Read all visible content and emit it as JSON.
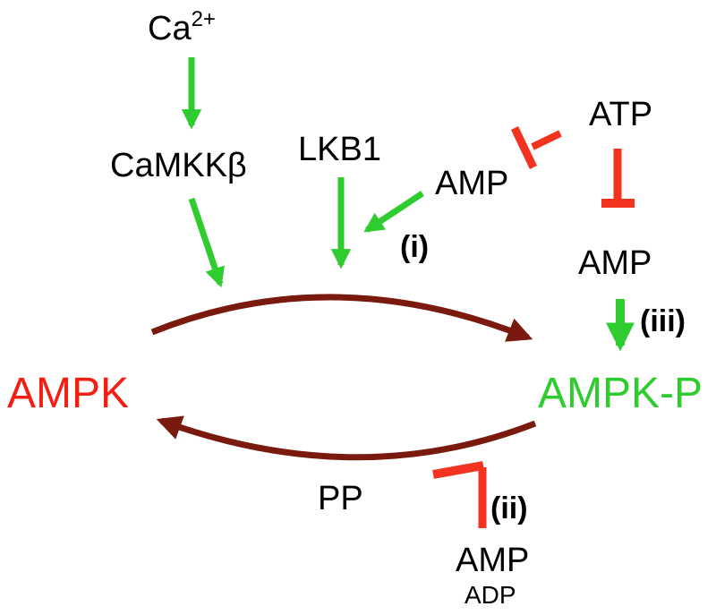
{
  "labels": {
    "ca": "Ca",
    "ca_sup": "2+",
    "camkk": "CaMKKβ",
    "lkb1": "LKB1",
    "amp_i": "AMP",
    "atp": "ATP",
    "amp_iii": "AMP",
    "step_i": "(i)",
    "step_iii": "(iii)",
    "ampk": "AMPK",
    "ampk_p": "AMPK-P",
    "pp": "PP",
    "step_ii": "(ii)",
    "amp_ii": "AMP",
    "adp": "ADP"
  },
  "colors": {
    "activation": "#2ecc2e",
    "inhibition": "#f2331f",
    "cycle": "#7a1a0e",
    "ampk": "#f21f14",
    "ampk_p": "#2ecc2e"
  }
}
